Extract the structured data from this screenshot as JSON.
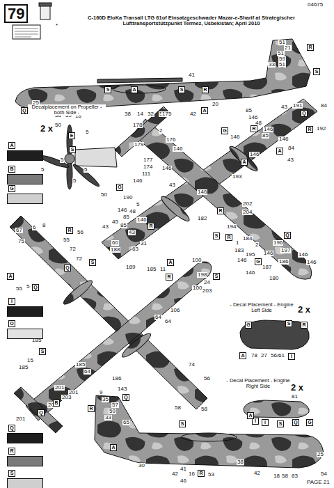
{
  "diagram": {
    "title": "C-160D EloKa Transall LTG 61of Einsatzgeschwader Mazar-e-Sharif at Strategischer Lufttransportstützpunkt Termez, Usbekistan; April 2010",
    "labels": [
      "79",
      "04675",
      "*",
      "PAGE 21",
      "S",
      "A",
      "S",
      "R",
      "41",
      "25",
      "Q",
      "S",
      "83",
      "58",
      "39",
      "18",
      "13",
      "26",
      "38",
      "14",
      "32",
      "52",
      "42",
      "A",
      "20",
      "51",
      "21",
      "51",
      "59",
      "51",
      "33",
      "R",
      "S",
      "Decalplacement on Propeller - both Side -",
      "2 x",
      "50",
      "5",
      "E",
      "S",
      "5",
      "5",
      "5",
      "5",
      "50",
      "175",
      "178",
      "2",
      "176",
      "179",
      "146",
      "177",
      "174",
      "111",
      "146",
      "G",
      "190",
      "5",
      "146",
      "48",
      "85",
      "45",
      "43",
      "85",
      "43",
      "146",
      "R",
      "146",
      "43",
      "146",
      "193",
      "182",
      "194",
      "202",
      "204",
      "R",
      "S",
      "85",
      "146",
      "48",
      "43",
      "191",
      "84",
      "Q",
      "R",
      "192",
      "146",
      "85",
      "G",
      "146",
      "R",
      "146",
      "84",
      "A",
      "146",
      "A",
      "43",
      "R",
      "1",
      "184",
      "2",
      "183",
      "Q",
      "196",
      "197",
      "146",
      "195",
      "G",
      "146",
      "187",
      "186",
      "146",
      "146",
      "180",
      "146",
      "67",
      "6",
      "8",
      "R",
      "56",
      "75",
      "55",
      "72",
      "72",
      "S",
      "Q",
      "A",
      "55",
      "5",
      "Q",
      "60",
      "188",
      "63",
      "31",
      "189",
      "185",
      "11",
      "100",
      "A",
      "198",
      "S",
      "24",
      "100",
      "203",
      "R",
      "106",
      "64",
      "64",
      "74",
      "56",
      "58",
      "58",
      "185",
      "15",
      "S",
      "185",
      "185",
      "64",
      "186",
      "143",
      "201",
      "203",
      "201",
      "Q",
      "B",
      "201",
      "201",
      "- Decal Placement - Engine Left Side",
      "2 x",
      "G",
      "S",
      "R",
      "A",
      "78",
      "27",
      "56/61",
      "I",
      "- Decal Placement - Engine Right Side",
      "2 x",
      "81",
      "I",
      "I",
      "Q",
      "G",
      "9",
      "35",
      "57",
      "59",
      "33",
      "65",
      "Q",
      "R",
      "S",
      "A",
      "S",
      "A",
      "30",
      "42",
      "41",
      "16",
      "46",
      "R",
      "53",
      "38",
      "42",
      "18",
      "58",
      "83",
      "54",
      "25"
    ],
    "legend": [
      {
        "text": "A",
        "color": "#1e1e1e"
      },
      {
        "text": "B",
        "color": "#7a7a7a"
      },
      {
        "text": "G",
        "color": "#cfcfcf"
      },
      {
        "text": "I",
        "color": "#1e1e1e"
      },
      {
        "text": "O",
        "color": "#e2e2e2"
      },
      {
        "text": "Q",
        "color": "#1e1e1e"
      },
      {
        "text": "R",
        "color": "#7a7a7a"
      },
      {
        "text": "S",
        "color": "#cfcfcf"
      }
    ]
  }
}
